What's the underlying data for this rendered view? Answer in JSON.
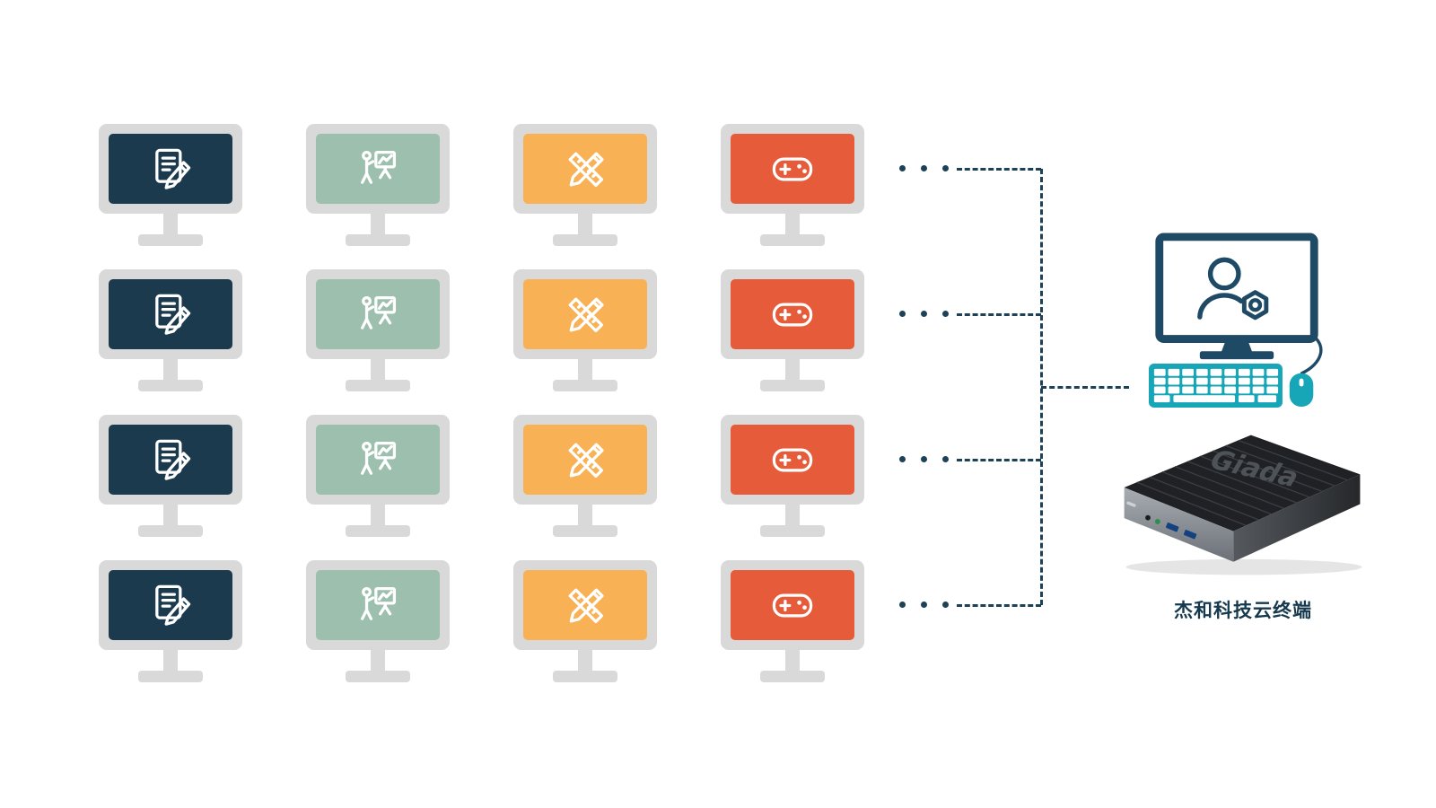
{
  "diagram": {
    "background": "#ffffff",
    "grid": {
      "rows": 4,
      "frame_color": "#d9d9d9",
      "columns": [
        {
          "id": "office",
          "icon": "document-edit-icon",
          "screen_color": "#1b3a4d"
        },
        {
          "id": "presentation",
          "icon": "presentation-chart-icon",
          "screen_color": "#9dc0ae"
        },
        {
          "id": "design",
          "icon": "ruler-pencil-icon",
          "screen_color": "#f8b155"
        },
        {
          "id": "game",
          "icon": "gamepad-icon",
          "screen_color": "#e65b39"
        }
      ]
    },
    "connector": {
      "dots_per_row": 3,
      "line_color": "#1d4258"
    },
    "admin_station": {
      "outline_color": "#1e4a66",
      "keyboard_color": "#17a6b8"
    },
    "device": {
      "brand": "Giada",
      "label": "杰和科技云终端",
      "label_color": "#16394e"
    }
  }
}
